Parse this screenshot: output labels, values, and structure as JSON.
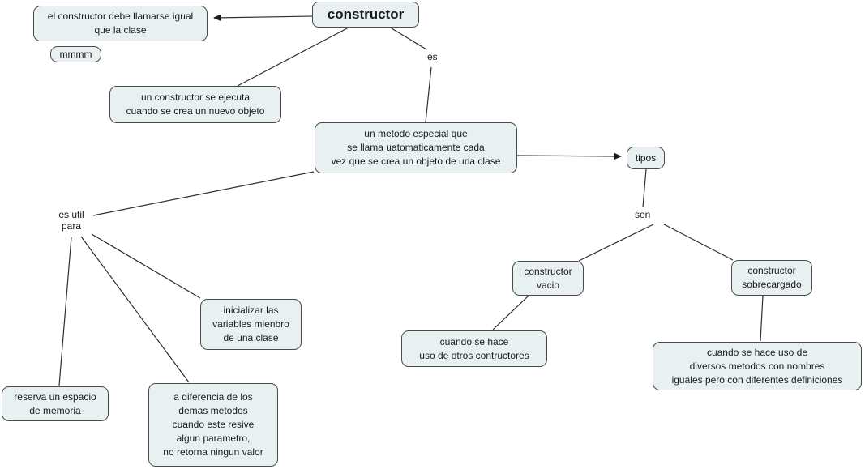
{
  "diagram_type": "concept-map",
  "colors": {
    "node_fill": "#e9f0f2",
    "node_border": "#4a4a4a",
    "line": "#2e2e2e",
    "text": "#1a1a1a",
    "background": "#ffffff"
  },
  "nodes": {
    "constructor": {
      "text": "constructor"
    },
    "llamarse": {
      "text": "el constructor debe llamarse igual\nque la clase"
    },
    "mmmm": {
      "text": "mmmm"
    },
    "ejecuta": {
      "text": "un constructor se ejecuta\ncuando se crea un nuevo objeto"
    },
    "metodo": {
      "text": "un metodo especial que\nse llama uatomaticamente cada\nvez que se crea un objeto de una clase"
    },
    "tipos": {
      "text": "tipos"
    },
    "vacio": {
      "text": "constructor\nvacio"
    },
    "sobrecargado": {
      "text": "constructor\nsobrecargado"
    },
    "contructores": {
      "text": "cuando se hace\nuso de otros contructores"
    },
    "diversos": {
      "text": "cuando se hace uso de\ndiversos metodos con nombres\niguales pero con diferentes definiciones"
    },
    "inicializar": {
      "text": "inicializar las\nvariables mienbro\nde una clase"
    },
    "reserva": {
      "text": "reserva un espacio\nde memoria"
    },
    "diferencia": {
      "text": "a diferencia de los\ndemas metodos\ncuando este resive\nalgun parametro,\nno retorna ningun valor"
    }
  },
  "link_labels": {
    "es": {
      "text": "es"
    },
    "son": {
      "text": "son"
    },
    "es_util_para": {
      "text": "es util\npara"
    }
  }
}
